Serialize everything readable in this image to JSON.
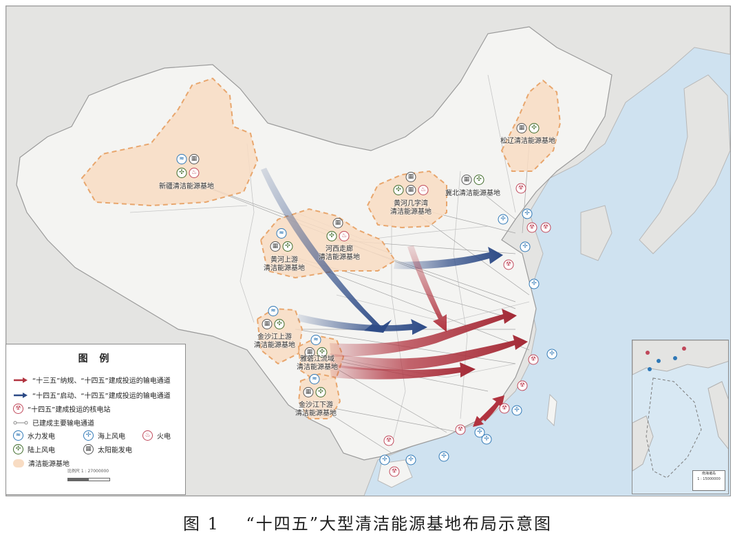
{
  "caption": "图 1    “十四五”大型清洁能源基地布局示意图",
  "legend": {
    "title": "图 例",
    "items": [
      {
        "label": "“十三五”纳规、“十四五”建成投运的输电通道",
        "symbol": "red-arrow"
      },
      {
        "label": "“十四五”启动、“十四五”建成投运的输电通道",
        "symbol": "blue-arrow"
      },
      {
        "label": "“十四五”建成投运的核电站",
        "symbol": "nuclear-icon"
      },
      {
        "label": "已建成主要输电通道",
        "symbol": "thin-line"
      }
    ],
    "grid": [
      {
        "label": "水力发电",
        "symbol": "hydro-icon"
      },
      {
        "label": "海上风电",
        "symbol": "offshore-wind-icon"
      },
      {
        "label": "火电",
        "symbol": "thermal-icon"
      },
      {
        "label": "陆上风电",
        "symbol": "onshore-wind-icon"
      },
      {
        "label": "太阳能发电",
        "symbol": "solar-icon"
      }
    ],
    "base_area_label": "清洁能源基地",
    "scale_text": "比例尺    1 : 27000000"
  },
  "bases": [
    {
      "name": "新疆清洁能源基地",
      "icons": [
        "hydro",
        "solar",
        "onwind",
        "thermal"
      ]
    },
    {
      "name": "黄河上游\n清洁能源基地",
      "icons": [
        "hydro",
        "solar",
        "onwind"
      ]
    },
    {
      "name": "河西走廊\n清洁能源基地",
      "icons": [
        "solar",
        "onwind",
        "thermal"
      ]
    },
    {
      "name": "黄河几字湾\n清洁能源基地",
      "icons": [
        "solar",
        "onwind",
        "thermal"
      ]
    },
    {
      "name": "冀北清洁能源基地",
      "icons": [
        "solar",
        "onwind"
      ]
    },
    {
      "name": "松辽清洁能源基地",
      "icons": [
        "solar",
        "onwind"
      ]
    },
    {
      "name": "金沙江上游\n清洁能源基地",
      "icons": [
        "hydro",
        "solar",
        "onwind"
      ]
    },
    {
      "name": "雅砻江流域\n清洁能源基地",
      "icons": [
        "hydro",
        "solar",
        "onwind"
      ]
    },
    {
      "name": "金沙江下游\n清洁能源基地",
      "icons": [
        "hydro",
        "solar",
        "onwind"
      ]
    }
  ],
  "inset": {
    "title": "南海诸岛",
    "scale_text": "1 : 15000000"
  },
  "colors": {
    "sea": "#cfe2f0",
    "land": "#f4f4f2",
    "base_fill": "#f8dcc3",
    "base_border": "#e8a66d",
    "red_arrow": "#b1333f",
    "blue_arrow": "#2c4a86",
    "thin_line": "#9e9e9e"
  },
  "icon_glyphs": {
    "hydro": "≈",
    "offwind": "✢",
    "onwind": "✣",
    "solar": "▦",
    "thermal": "♨",
    "nuclear": "☢"
  }
}
